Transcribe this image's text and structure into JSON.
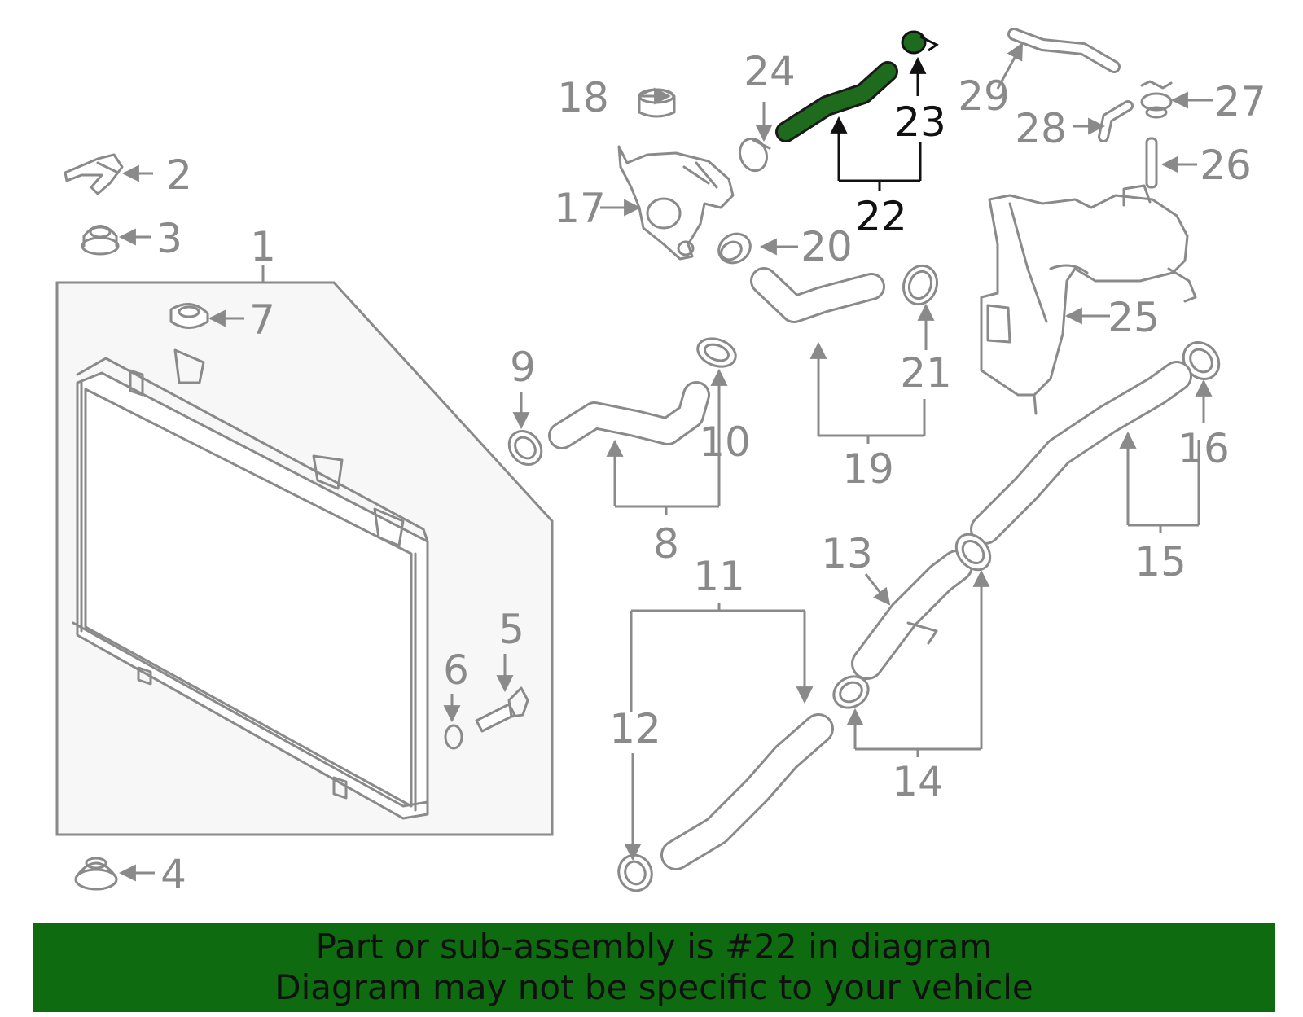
{
  "diagram": {
    "highlight_part": "22",
    "colors": {
      "line": "#8a8a8a",
      "highlight_fill": "#1e6b1e",
      "highlight_label": "#111111",
      "banner_bg": "#0f6b0f",
      "assembly_bg": "#f7f7f7"
    },
    "labels": {
      "p1": "1",
      "p2": "2",
      "p3": "3",
      "p4": "4",
      "p5": "5",
      "p6": "6",
      "p7": "7",
      "p8": "8",
      "p9": "9",
      "p10": "10",
      "p11": "11",
      "p12": "12",
      "p13": "13",
      "p14": "14",
      "p15": "15",
      "p16": "16",
      "p17": "17",
      "p18": "18",
      "p19": "19",
      "p20": "20",
      "p21": "21",
      "p22": "22",
      "p23": "23",
      "p24": "24",
      "p25": "25",
      "p26": "26",
      "p27": "27",
      "p28": "28",
      "p29": "29"
    }
  },
  "banner": {
    "line1": "Part or sub-assembly is #22 in diagram",
    "line2": "Diagram may not be specific to your vehicle"
  }
}
